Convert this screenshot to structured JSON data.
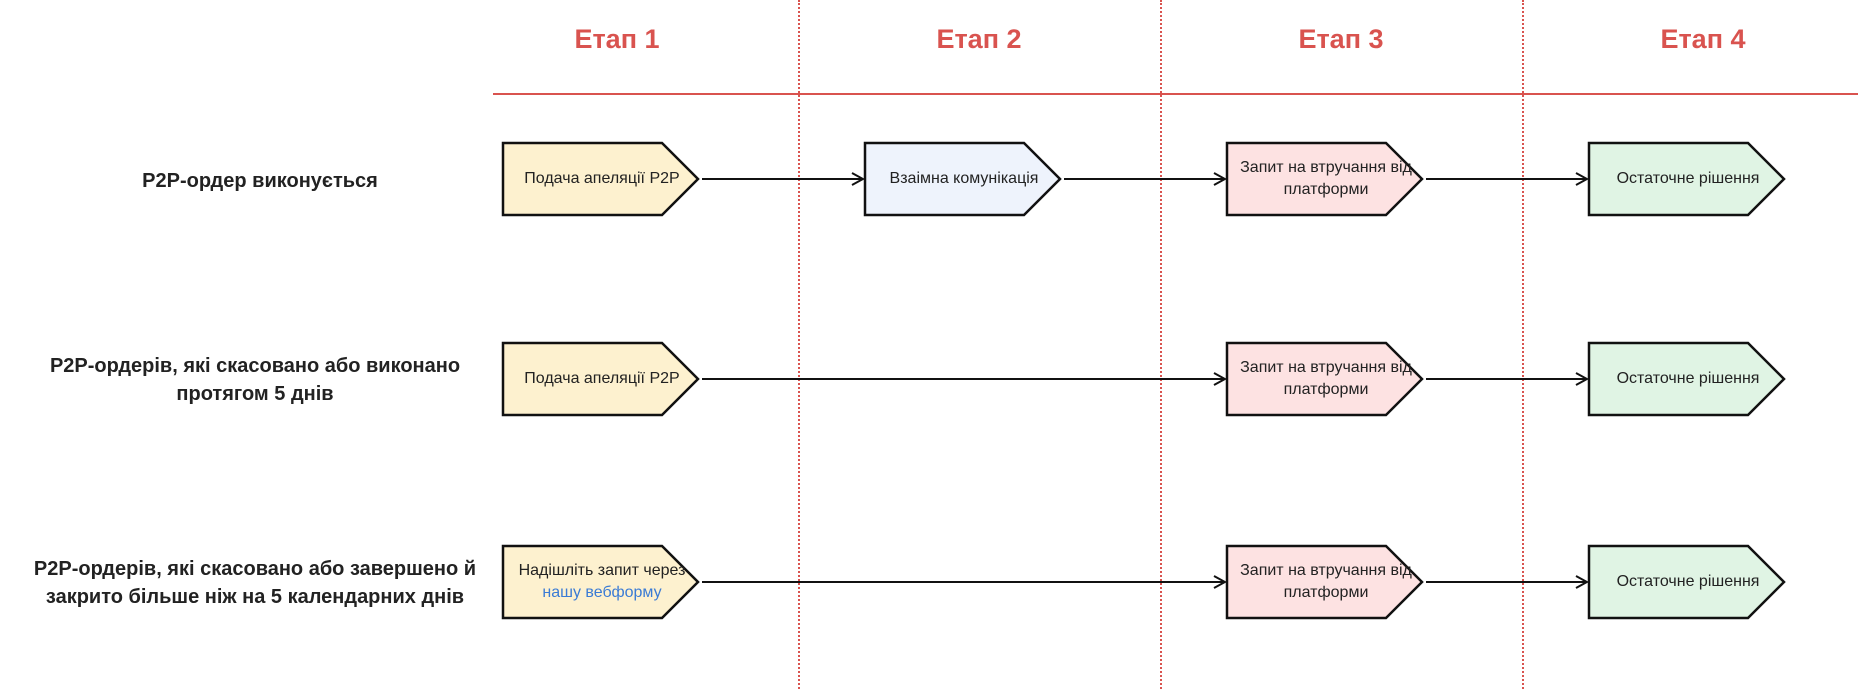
{
  "stages": [
    "Етап 1",
    "Етап 2",
    "Етап 3",
    "Етап 4"
  ],
  "colors": {
    "accent": "#d9534f",
    "stage1_fill": "#fdf1cf",
    "stage2_fill": "#eef3fc",
    "stage3_fill": "#fde2e2",
    "stage4_fill": "#e0f4e4",
    "link": "#3a7bd5"
  },
  "rows": [
    {
      "label": "P2P-ордер виконується",
      "nodes": [
        {
          "stage": 1,
          "text": "Подача апеляції P2P"
        },
        {
          "stage": 2,
          "text": "Взаімна комунікація"
        },
        {
          "stage": 3,
          "text": "Запит на втручання від платформи"
        },
        {
          "stage": 4,
          "text": "Остаточне рішення"
        }
      ]
    },
    {
      "label": "P2P-ордерів, які скасовано або виконано протягом 5 днів",
      "nodes": [
        {
          "stage": 1,
          "text": "Подача апеляції P2P"
        },
        {
          "stage": 3,
          "text": "Запит на втручання від платформи"
        },
        {
          "stage": 4,
          "text": "Остаточне рішення"
        }
      ]
    },
    {
      "label": "P2P-ордерів, які скасовано або завершено й закрито більше ніж на 5 календарних днів",
      "nodes": [
        {
          "stage": 1,
          "text": "Надішліть запит через",
          "link_text": "нашу вебформу"
        },
        {
          "stage": 3,
          "text": "Запит на втручання від платформи"
        },
        {
          "stage": 4,
          "text": "Остаточне рішення"
        }
      ]
    }
  ]
}
